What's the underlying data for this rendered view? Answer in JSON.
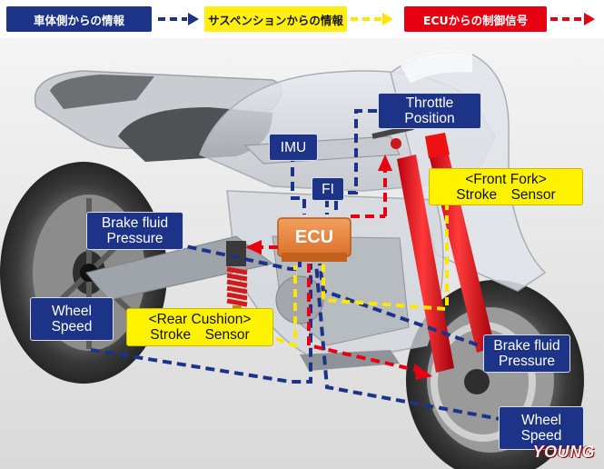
{
  "legend": {
    "chassis_info": "車体側からの情報",
    "suspension_info": "サスペンションからの情報",
    "ecu_signal": "ECUからの制御信号"
  },
  "labels": {
    "throttle_position": [
      "Throttle",
      "Position"
    ],
    "imu": "IMU",
    "fi": "FI",
    "ecu": "ECU",
    "front_fork_stroke": [
      "<Front Fork>",
      "Stroke　Sensor"
    ],
    "brake_fluid_rear": [
      "Brake fluid",
      "Pressure"
    ],
    "brake_fluid_front": [
      "Brake fluid",
      "Pressure"
    ],
    "wheel_speed_rear": [
      "Wheel",
      "Speed"
    ],
    "wheel_speed_front": [
      "Wheel",
      "Speed"
    ],
    "rear_cushion_stroke": [
      "<Rear Cushion>",
      "Stroke　Sensor"
    ]
  },
  "colors": {
    "chassis_blue": "#1d3387",
    "suspension_yellow": "#fff200",
    "ecu_red": "#e60012",
    "ecu_orange": "#e8873a"
  },
  "watermark": "YOUNG"
}
